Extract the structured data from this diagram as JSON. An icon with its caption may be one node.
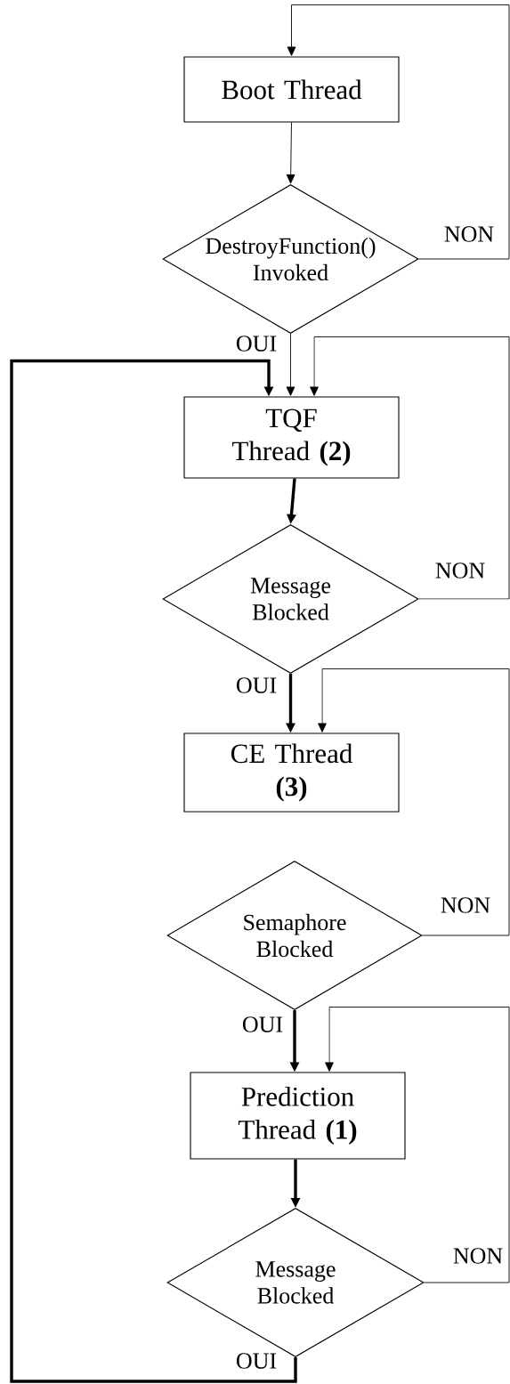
{
  "diagram": {
    "nodes": [
      {
        "text": [
          "Boot Thread"
        ]
      },
      {
        "text": [
          "DestroyFunction() Invoked"
        ]
      },
      {
        "text": [
          "TQF Thread **(2)**"
        ]
      },
      {
        "text": [
          "Message Blocked"
        ]
      },
      {
        "text": [
          "CE Thread **(3)**"
        ]
      },
      {
        "text": [
          "Semaphore Blocked"
        ]
      },
      {
        "text": [
          "Prediction Thread **(1)**"
        ]
      },
      {
        "text": [
          "Message Blocked"
        ]
      }
    ],
    "edges": [
      {
        "from": 0,
        "to": 1,
        "arrow": "to"
      },
      {
        "from": 1,
        "to": 0,
        "arrow": "to",
        "label": "NON"
      },
      {
        "from": 1,
        "to": 2,
        "arrow": "to",
        "label": "OUI"
      },
      {
        "from": 2,
        "to": 3,
        "arrow": "to",
        "style": "thick"
      },
      {
        "from": 3,
        "to": 2,
        "arrow": "to",
        "label": "NON"
      },
      {
        "from": 3,
        "to": 4,
        "arrow": "to",
        "style": "thick",
        "label": "OUI"
      },
      {
        "from": 5,
        "to": 4,
        "arrow": "to",
        "label": "NON"
      },
      {
        "from": 5,
        "to": 6,
        "arrow": "to",
        "style": "thick",
        "label": "OUI"
      },
      {
        "from": 6,
        "to": 7,
        "arrow": "to",
        "style": "thick"
      },
      {
        "from": 7,
        "to": 6,
        "arrow": "to",
        "label": "NON"
      },
      {
        "from": 7,
        "to": 2,
        "arrow": "to",
        "style": "thick",
        "label": "OUI"
      }
    ]
  }
}
